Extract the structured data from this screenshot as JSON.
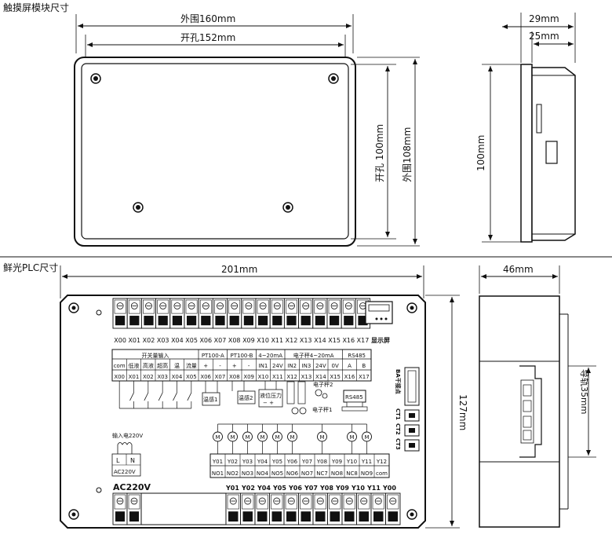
{
  "section1": {
    "title": "触摸屏模块尺寸",
    "outer_width": "外围160mm",
    "cutout_width": "开孔152mm",
    "cutout_height": "开孔 100mm",
    "outer_height": "外围108mm",
    "depth_total": "29mm",
    "depth_body": "25mm",
    "side_height": "100mm"
  },
  "section2": {
    "title": "鲜光PLC尺寸",
    "width": "201mm",
    "depth": "46mm",
    "height": "127mm",
    "rail": "导轨35mm",
    "top_terminals": [
      "X00",
      "X01",
      "X02",
      "X03",
      "X04",
      "X05",
      "X06",
      "X07",
      "X08",
      "X09",
      "X10",
      "X11",
      "X12",
      "X13",
      "X14",
      "X15",
      "X16",
      "X17"
    ],
    "display_label": "显示屏",
    "groups": [
      "开关量输入",
      "PT100-A",
      "PT100-B",
      "4~20mA",
      "电子秤4~20mA",
      "RS485"
    ],
    "func_row": [
      "com",
      "低液",
      "高液",
      "超高",
      "温",
      "流量",
      "+",
      "-",
      "+",
      "-",
      "IN1",
      "24V",
      "IN2",
      "IN3",
      "24V",
      "0V",
      "A",
      "B"
    ],
    "x_row": [
      "X00",
      "X01",
      "X02",
      "X03",
      "X04",
      "X05",
      "X06",
      "X07",
      "X08",
      "X09",
      "X10",
      "X11",
      "X12",
      "X13",
      "X14",
      "X15",
      "X16",
      "X17"
    ],
    "sensors": [
      "温感1",
      "温感2",
      "液位压力",
      "电子秤2",
      "电子秤1"
    ],
    "rs485_box": "RS485",
    "power_label": "输入电220V",
    "power_terminals": [
      "L",
      "N"
    ],
    "ac_label": "AC220V",
    "y_row": [
      "Y01",
      "Y02",
      "Y03",
      "Y04",
      "Y05",
      "Y06",
      "Y07",
      "Y08",
      "Y09",
      "Y10",
      "Y11",
      "Y12"
    ],
    "no_row": [
      "NO1",
      "NO2",
      "NO3",
      "NO4",
      "NO5",
      "NO6",
      "NO7",
      "NC7",
      "NO8",
      "NC8",
      "NO9",
      "com"
    ],
    "bottom_left_label": "AC220V",
    "bottom_terminals": [
      "Y01",
      "Y02",
      "Y04",
      "Y05",
      "Y06",
      "Y07",
      "Y08",
      "Y09",
      "Y10",
      "Y11",
      "Y00"
    ],
    "side_labels": [
      "BA干接点",
      "CT1",
      "CT2",
      "CT3"
    ]
  }
}
